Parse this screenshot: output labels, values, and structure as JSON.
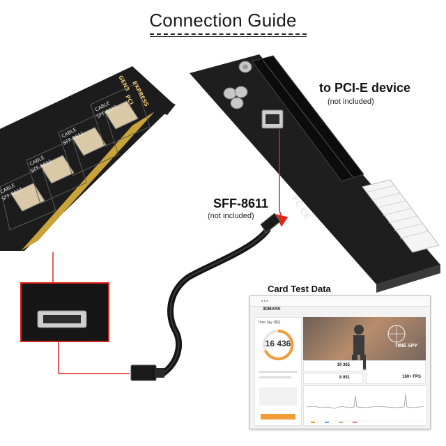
{
  "header": {
    "title": "Connection Guide"
  },
  "labels": {
    "pcie_device": "to PCI-E device",
    "pcie_note": "(not included)",
    "sff_name": "SFF-8611",
    "sff_note": "(not included)",
    "test_title": "Card Test Data"
  },
  "card_silk": {
    "cable_label": "CABLE",
    "port_label": "SFF-8611",
    "brand_line1": "PCI",
    "brand_line2": "EXPRESS",
    "brand_line3": "GEN3"
  },
  "screenshot": {
    "brand": "3DMARK",
    "test_label": "Time Spy 测试",
    "main_score": "16 436",
    "banner_label": "TIME SPY",
    "gpu_score": "19 365",
    "cpu_score": "8 851",
    "fps": "180+ FPS"
  },
  "colors": {
    "accent_red": "#e1251b",
    "pcb_dark": "#1e1e1e",
    "gold": "#c9a238",
    "test_orange": "#f29b3a"
  }
}
